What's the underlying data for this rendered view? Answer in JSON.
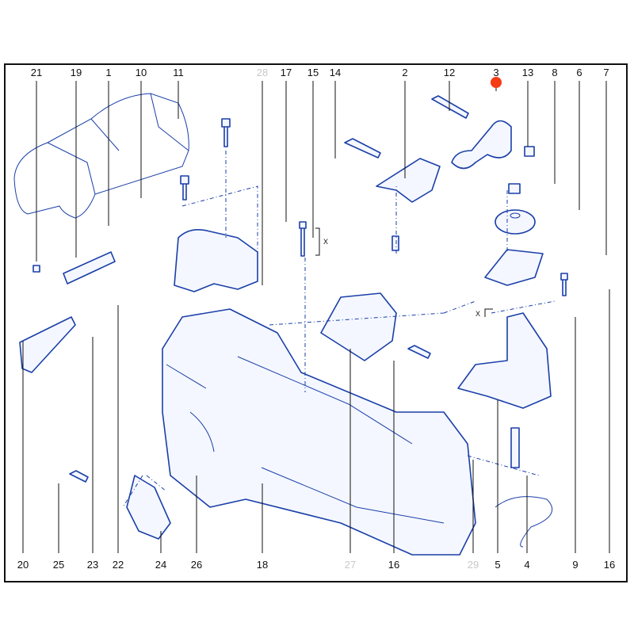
{
  "highlight_color": "#f53c14",
  "line_color": "#1a3fa8",
  "highlighted_part": "3",
  "top_callouts": [
    {
      "label": "21",
      "dim": false
    },
    {
      "label": "19",
      "dim": false
    },
    {
      "label": "1",
      "dim": false
    },
    {
      "label": "10",
      "dim": false
    },
    {
      "label": "11",
      "dim": false
    },
    {
      "label": "28",
      "dim": true
    },
    {
      "label": "17",
      "dim": false
    },
    {
      "label": "15",
      "dim": false
    },
    {
      "label": "14",
      "dim": false
    },
    {
      "label": "2",
      "dim": false
    },
    {
      "label": "12",
      "dim": false
    },
    {
      "label": "3",
      "dim": false
    },
    {
      "label": "13",
      "dim": false
    },
    {
      "label": "8",
      "dim": false
    },
    {
      "label": "6",
      "dim": false
    },
    {
      "label": "7",
      "dim": false
    }
  ],
  "bottom_callouts": [
    {
      "label": "20",
      "dim": false
    },
    {
      "label": "25",
      "dim": false
    },
    {
      "label": "23",
      "dim": false
    },
    {
      "label": "22",
      "dim": false
    },
    {
      "label": "24",
      "dim": false
    },
    {
      "label": "26",
      "dim": false
    },
    {
      "label": "18",
      "dim": false
    },
    {
      "label": "27",
      "dim": true
    },
    {
      "label": "16",
      "dim": false
    },
    {
      "label": "29",
      "dim": true
    },
    {
      "label": "5",
      "dim": false
    },
    {
      "label": "4",
      "dim": false
    },
    {
      "label": "9",
      "dim": false
    },
    {
      "label": "16",
      "dim": false
    }
  ],
  "dimension_marks": [
    "X",
    "X"
  ]
}
